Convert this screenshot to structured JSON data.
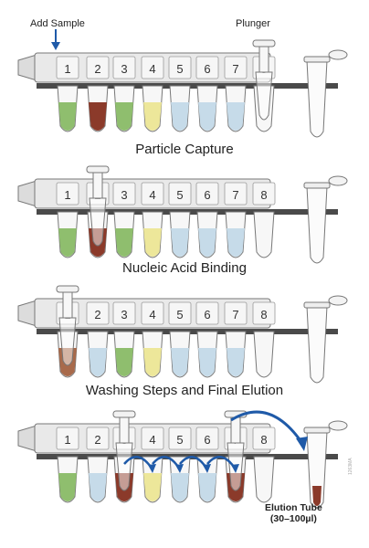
{
  "labels": {
    "add_sample": "Add Sample",
    "plunger": "Plunger",
    "elution_tube": "Elution Tube",
    "elution_volume": "(30–100µl)",
    "figure_code": "1263MA"
  },
  "steps": [
    {
      "title": ""
    },
    {
      "title": "Particle Capture"
    },
    {
      "title": "Nucleic Acid Binding"
    },
    {
      "title": "Washing Steps and Final Elution"
    }
  ],
  "well_numbers": [
    "1",
    "2",
    "3",
    "4",
    "5",
    "6",
    "7",
    "8"
  ],
  "colors": {
    "green": "#8fbe6e",
    "red": "#8b3a2a",
    "yellow": "#ede79a",
    "blue": "#c6dbe9",
    "brown": "#a86a4b",
    "accent_arrow": "#1f5aa8",
    "strip": "#e9e9e9",
    "strip_outline": "#777777"
  },
  "rows": [
    {
      "wells": [
        "green",
        "red",
        "green",
        "yellow",
        "blue",
        "blue",
        "blue",
        "empty"
      ],
      "plunger_at": 8
    },
    {
      "wells": [
        "green",
        "red",
        "green",
        "yellow",
        "blue",
        "blue",
        "blue",
        "empty"
      ],
      "plunger_at": 2
    },
    {
      "wells": [
        "brown",
        "blue",
        "green",
        "yellow",
        "blue",
        "blue",
        "blue",
        "empty"
      ],
      "plunger_at": 1
    },
    {
      "wells": [
        "green",
        "blue",
        "red",
        "yellow",
        "blue",
        "blue",
        "red",
        "empty"
      ],
      "plunger_at": 3,
      "plunger2_at": 7
    }
  ],
  "elution_tube_fill": [
    "empty",
    "empty",
    "empty",
    "red"
  ]
}
